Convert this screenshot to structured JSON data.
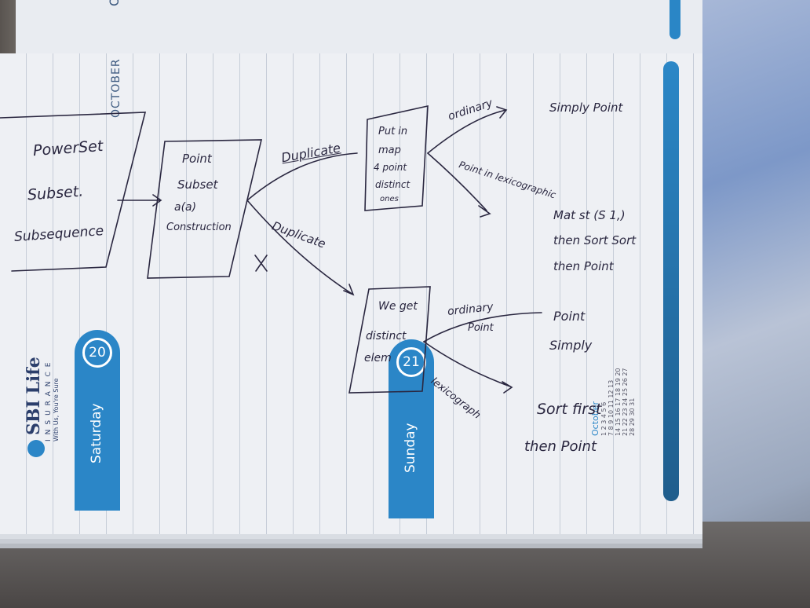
{
  "planner": {
    "month_top": "OCTO",
    "month_side": "OCTOBER",
    "brand_name": "SBI Life",
    "brand_sub": "INSURANCE",
    "brand_tagline": "With Us, You're Sure",
    "days": [
      {
        "name": "Saturday",
        "number": "20"
      },
      {
        "name": "Sunday",
        "number": "21"
      }
    ],
    "calendar": {
      "title": "October",
      "rows": [
        "1 2 3 4 5 6",
        "7 8 9 10 11 12 13",
        "14 15 16 17 18 19 20",
        "21 22 23 24 25 26 27",
        "28 29 30 31"
      ]
    }
  },
  "notes": {
    "box1_lines": [
      "PowerSet",
      "Subset.",
      "Subsequence"
    ],
    "box2_lines": [
      "Point",
      "Subset",
      "a(a)",
      "Construction"
    ],
    "duplicate_upper": "Duplicate",
    "duplicate_lower": "Duplicate",
    "box3_lines": [
      "Put in",
      "map",
      "4 point",
      "distinct",
      "ones"
    ],
    "ordinary_upper": "ordinary",
    "simply_print": "Simply Point",
    "lexico_upper": "Point in lexicographic",
    "map_note": [
      "Mat st (S 1,)",
      "then Sort Sort",
      "then Point"
    ],
    "box4_lines": [
      "We get",
      "distinct",
      "elem"
    ],
    "ordinary_lower": [
      "ordinary",
      "Point"
    ],
    "point_simply": [
      "Point",
      "Simply"
    ],
    "lexico_lower": "lexicograph",
    "sort_first": [
      "Sort first",
      "then Point"
    ]
  }
}
